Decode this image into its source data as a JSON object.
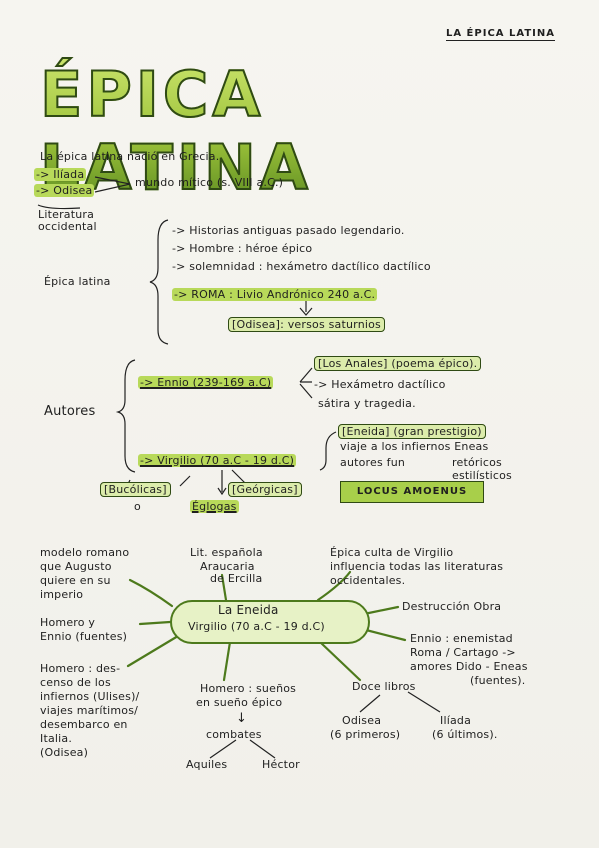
{
  "header_tag": "LA ÉPICA LATINA",
  "title": "ÉPICA LATINA",
  "intro": {
    "line1": "La épica latina nació en Grecia.",
    "iliada": "-> Ilíada",
    "odisea": "-> Odisea",
    "mundo": "mundo mítico (s. VIII a.C.)",
    "literatura": "Literatura",
    "occidental": "occidental"
  },
  "epica_latina": {
    "label": "Épica latina",
    "items": [
      "-> Historias antiguas pasado legendario.",
      "-> Hombre : héroe épico",
      "-> solemnidad : hexámetro dactílico dactílico",
      "-> ROMA : Livio Andrónico 240 a.C."
    ],
    "odisea_latin": "[Odisea]: versos saturnios"
  },
  "autores": {
    "label": "Autores",
    "ennio": "-> Ennio (239-169 a.C)",
    "anales": "[Los Anales] (poema épico).",
    "hexametro": "-> Hexámetro dactílico",
    "satira": "sátira y tragedia.",
    "virgilio": "-> Virgilio (70 a.C - 19 d.C)",
    "eneida": "[Eneida] (gran prestigio)",
    "viaje": "viaje a los infiernos Eneas",
    "autores_fun": "autores fun",
    "retoricos": "retóricos",
    "estilisticos": "estilísticos",
    "bucolicas": "[Bucólicas]",
    "o": "o",
    "eglogas": "Églogas",
    "georgicas": "[Geórgicas]",
    "locus": "LOCUS AMOENUS"
  },
  "mindmap": {
    "center_title": "La Eneida",
    "center_sub": "Virgilio (70 a.C - 19 d.C)",
    "modelo": [
      "modelo romano",
      "que Augusto",
      "quiere en su",
      "imperio"
    ],
    "lit_espanola": [
      "Lit. española",
      "Araucaria",
      "de Ercilla"
    ],
    "epica_culta": [
      "Épica culta de Virgilio",
      "influencia todas las literaturas",
      "occidentales."
    ],
    "homero_ennio": [
      "Homero y",
      "Ennio (fuentes)"
    ],
    "destruccion": "Destrucción Obra",
    "ennio_roma": [
      "Ennio : enemistad",
      "Roma / Cartago ->",
      "amores Dido - Eneas",
      "(fuentes)."
    ],
    "homero_descenso": [
      "Homero : des-",
      "censo de los",
      "infiernos (Ulises)/",
      "viajes marítimos/",
      "desembarco en",
      "Italia.",
      "(Odisea)"
    ],
    "homero_sueno": [
      "Homero : sueños",
      "en sueño épico"
    ],
    "doce": "Doce libros",
    "odisea_libros": [
      "Odisea",
      "(6 primeros)"
    ],
    "iliada_libros": [
      "Ilíada",
      "(6 últimos)."
    ],
    "arrow": "↓",
    "combates": "combates",
    "aquiles": "Aquiles",
    "hector": "Héctor"
  }
}
